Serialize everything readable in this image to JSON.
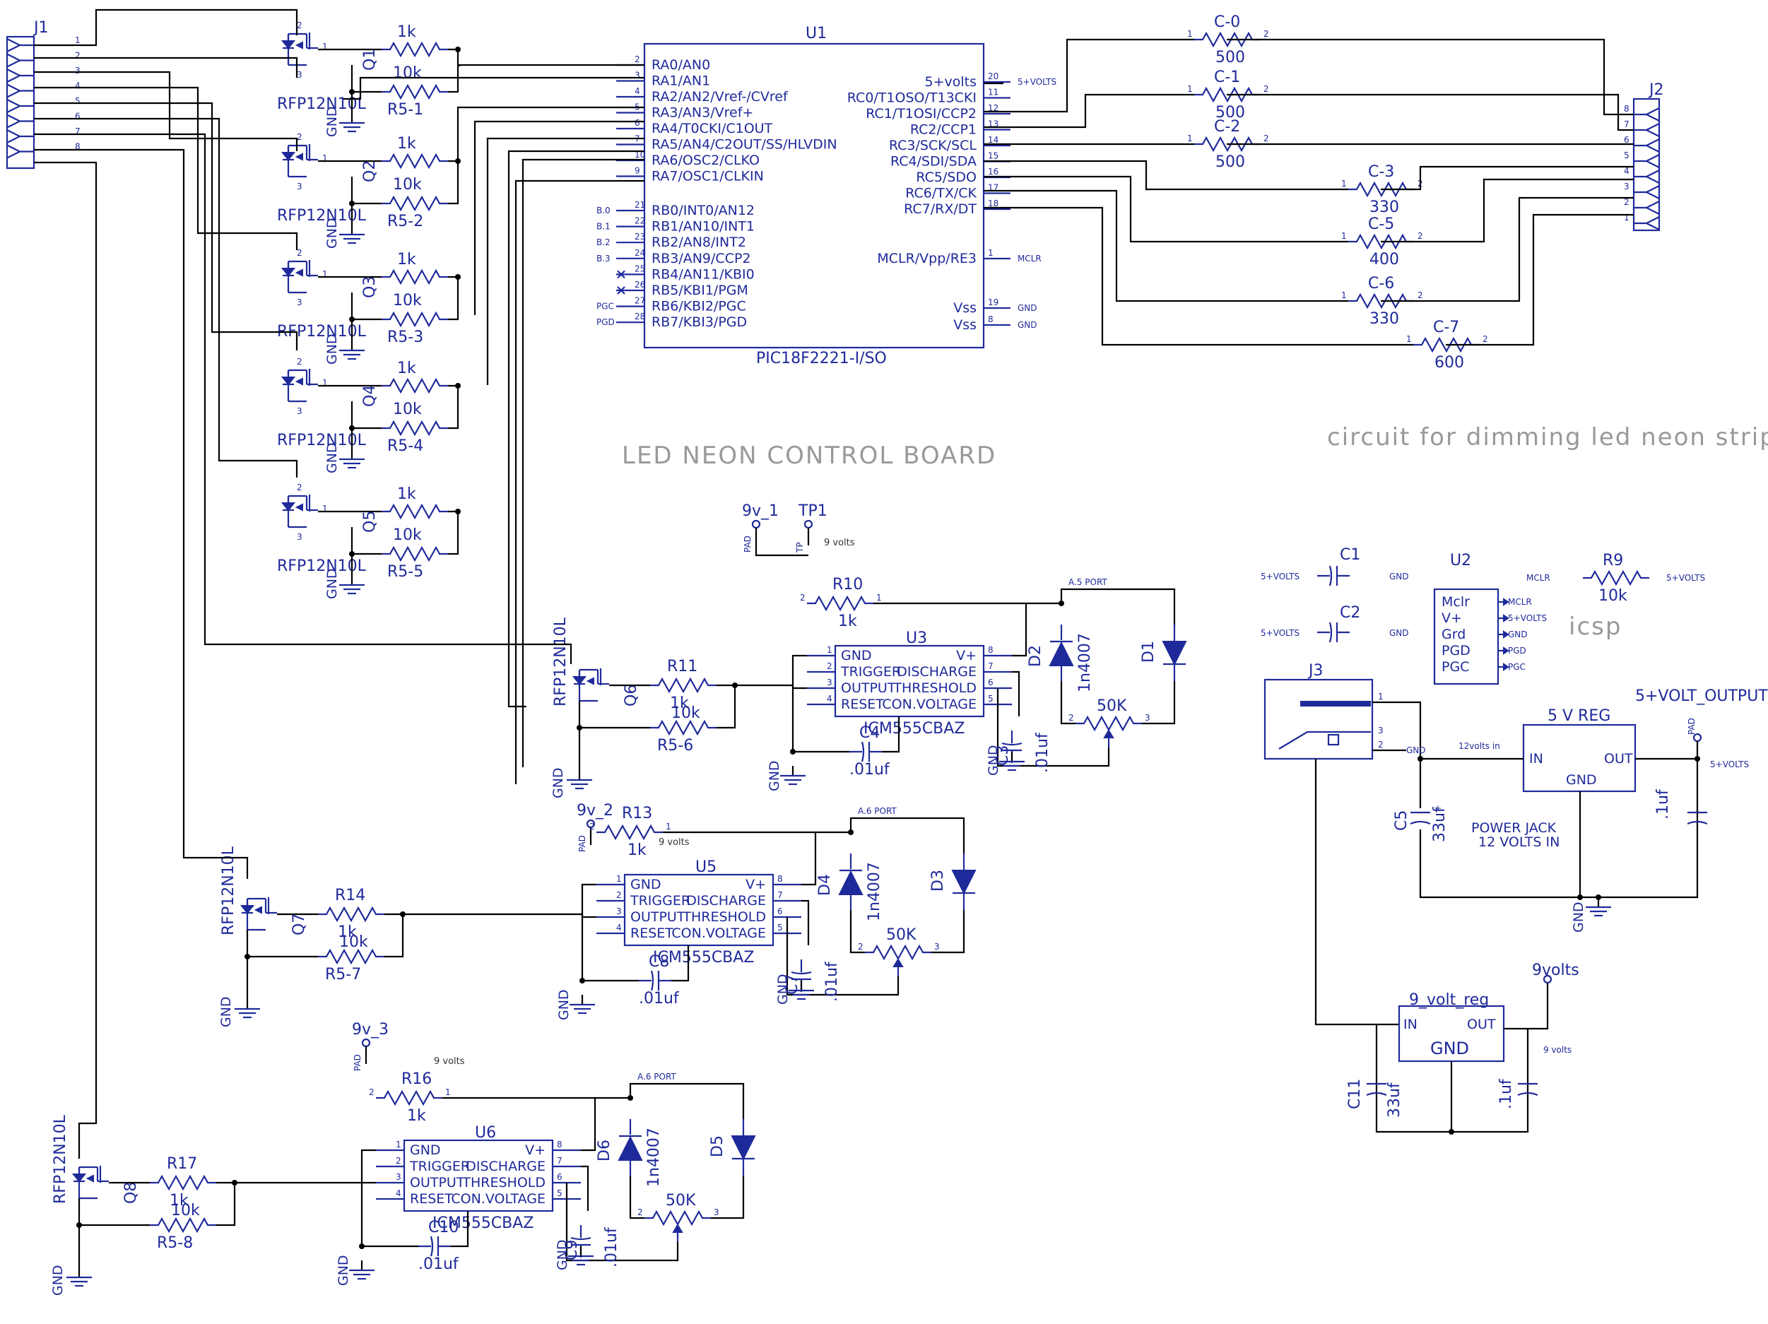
{
  "title": "LED NEON CONTROL BOARD",
  "subtitle": "circuit for dimming led neon strips",
  "icsp_label": "icsp",
  "colors": {
    "symbol": "#1f2a9a",
    "wire": "#000000",
    "note": "#999999"
  },
  "connectors": {
    "j1": {
      "ref": "J1",
      "pins": [
        "1",
        "2",
        "3",
        "4",
        "5",
        "6",
        "7",
        "8"
      ]
    },
    "j2": {
      "ref": "J2",
      "pins": [
        "8",
        "7",
        "6",
        "5",
        "4",
        "3",
        "2",
        "1"
      ]
    },
    "j3": {
      "ref": "J3",
      "pins": [
        "1",
        "2",
        "3"
      ]
    }
  },
  "mcu": {
    "ref": "U1",
    "part": "PIC18F2221-I/SO",
    "left_pins": [
      {
        "num": "2",
        "name": "RA0/AN0"
      },
      {
        "num": "3",
        "name": "RA1/AN1"
      },
      {
        "num": "4",
        "name": "RA2/AN2/Vref-/CVref"
      },
      {
        "num": "5",
        "name": "RA3/AN3/Vref+"
      },
      {
        "num": "6",
        "name": "RA4/T0CKI/C1OUT"
      },
      {
        "num": "7",
        "name": "RA5/AN4/C2OUT/SS/HLVDIN"
      },
      {
        "num": "10",
        "name": "RA6/OSC2/CLKO"
      },
      {
        "num": "9",
        "name": "RA7/OSC1/CLKIN"
      },
      {
        "num": "21",
        "name": "RB0/INT0/AN12",
        "net": "B.0"
      },
      {
        "num": "22",
        "name": "RB1/AN10/INT1",
        "net": "B.1"
      },
      {
        "num": "23",
        "name": "RB2/AN8/INT2",
        "net": "B.2"
      },
      {
        "num": "24",
        "name": "RB3/AN9/CCP2",
        "net": "B.3"
      },
      {
        "num": "25",
        "name": "RB4/AN11/KBI0",
        "net": ""
      },
      {
        "num": "26",
        "name": "RB5/KBI1/PGM",
        "net": ""
      },
      {
        "num": "27",
        "name": "RB6/KBI2/PGC",
        "net": "PGC"
      },
      {
        "num": "28",
        "name": "RB7/KBI3/PGD",
        "net": "PGD"
      }
    ],
    "right_pins": [
      {
        "num": "20",
        "name": "5+volts",
        "net": "5+VOLTS"
      },
      {
        "num": "11",
        "name": "RC0/T1OSO/T13CKI"
      },
      {
        "num": "12",
        "name": "RC1/T1OSI/CCP2"
      },
      {
        "num": "13",
        "name": "RC2/CCP1"
      },
      {
        "num": "14",
        "name": "RC3/SCK/SCL"
      },
      {
        "num": "15",
        "name": "RC4/SDI/SDA"
      },
      {
        "num": "16",
        "name": "RC5/SDO"
      },
      {
        "num": "17",
        "name": "RC6/TX/CK"
      },
      {
        "num": "18",
        "name": "RC7/RX/DT"
      },
      {
        "num": "1",
        "name": "MCLR/Vpp/RE3",
        "net": "MCLR"
      },
      {
        "num": "19",
        "name": "Vss",
        "net": "GND"
      },
      {
        "num": "8",
        "name": "Vss",
        "net": "GND"
      }
    ]
  },
  "channel_caps": [
    {
      "ref": "C-0",
      "value": "500"
    },
    {
      "ref": "C-1",
      "value": "500"
    },
    {
      "ref": "C-2",
      "value": "500"
    },
    {
      "ref": "C-3",
      "value": "330"
    },
    {
      "ref": "C-5",
      "value": "400"
    },
    {
      "ref": "C-6",
      "value": "330"
    },
    {
      "ref": "C-7",
      "value": "600"
    }
  ],
  "mosfets": [
    {
      "q": "Q1",
      "part": "RFP12N10L",
      "r1": "1k",
      "r2": "10k",
      "r2ref": "R5-1"
    },
    {
      "q": "Q2",
      "part": "RFP12N10L",
      "r1": "1k",
      "r2": "10k",
      "r2ref": "R5-2"
    },
    {
      "q": "Q3",
      "part": "RFP12N10L",
      "r1": "1k",
      "r2": "10k",
      "r2ref": "R5-3"
    },
    {
      "q": "Q4",
      "part": "RFP12N10L",
      "r1": "1k",
      "r2": "10k",
      "r2ref": "R5-4"
    },
    {
      "q": "Q5",
      "part": "RFP12N10L",
      "r1": "1k",
      "r2": "10k",
      "r2ref": "R5-5"
    }
  ],
  "gnd": "GND",
  "timers": [
    {
      "ref": "U3",
      "part": "ICM555CBAZ",
      "pad": "9v_1",
      "tp": "TP1",
      "rin": "R10",
      "rin_val": "1k",
      "port": "A.5 PORT",
      "dA": "D2",
      "dA_part": "1n4007",
      "dB": "D1",
      "pot": "50K",
      "cT": "C3",
      "cT_val": ".01uf",
      "cC": "C4",
      "cC_val": ".01uf",
      "q": "Q6",
      "qpart": "RFP12N10L",
      "rg": "R11",
      "rg_val": "1k",
      "rp": "R5-6",
      "rp_val": "10k",
      "supply": "9 volts",
      "padlbl": "PAD",
      "tplbl": "TP"
    },
    {
      "ref": "U5",
      "part": "ICM555CBAZ",
      "pad": "9v_2",
      "rin": "R13",
      "rin_val": "1k",
      "port": "A.6 PORT",
      "dA": "D4",
      "dA_part": "1n4007",
      "dB": "D3",
      "pot": "50K",
      "cT": "C7",
      "cT_val": ".01uf",
      "cC": "C8",
      "cC_val": ".01uf",
      "q": "Q7",
      "qpart": "RFP12N10L",
      "rg": "R14",
      "rg_val": "1k",
      "rp": "R5-7",
      "rp_val": "10k",
      "supply": "9 volts",
      "padlbl": "PAD"
    },
    {
      "ref": "U6",
      "part": "ICM555CBAZ",
      "pad": "9v_3",
      "rin": "R16",
      "rin_val": "1k",
      "port": "A.6 PORT",
      "dA": "D6",
      "dA_part": "1n4007",
      "dB": "D5",
      "pot": "50K",
      "cT": "C9",
      "cT_val": ".01uf",
      "cC": "C10",
      "cC_val": ".01uf",
      "q": "Q8",
      "qpart": "RFP12N10L",
      "rg": "R17",
      "rg_val": "1k",
      "rp": "R5-8",
      "rp_val": "10k",
      "supply": "9 volts",
      "padlbl": "PAD"
    }
  ],
  "timer_pins": {
    "left": [
      {
        "num": "1",
        "name": "GND"
      },
      {
        "num": "2",
        "name": "TRIGGER"
      },
      {
        "num": "3",
        "name": "OUTPUT"
      },
      {
        "num": "4",
        "name": "RESET"
      }
    ],
    "right": [
      {
        "num": "8",
        "name": "V+"
      },
      {
        "num": "7",
        "name": "DISCHARGE"
      },
      {
        "num": "6",
        "name": "THRESHOLD"
      },
      {
        "num": "5",
        "name": "CON.VOLTAGE"
      }
    ]
  },
  "pin_nums": {
    "one": "1",
    "two": "2",
    "three": "3"
  },
  "power": {
    "c1": {
      "ref": "C1",
      "left": "5+VOLTS",
      "right": "GND"
    },
    "c2": {
      "ref": "C2",
      "left": "5+VOLTS",
      "right": "GND"
    },
    "u2": {
      "ref": "U2",
      "pins": [
        {
          "name": "Mclr",
          "net": "MCLR"
        },
        {
          "name": "V+",
          "net": "5+VOLTS"
        },
        {
          "name": "Grd",
          "net": "GND"
        },
        {
          "name": "PGD",
          "net": "PGD"
        },
        {
          "name": "PGC",
          "net": "PGC"
        }
      ]
    },
    "r9": {
      "ref": "R9",
      "value": "10k",
      "left": "MCLR",
      "right": "5+VOLTS"
    },
    "reg5": {
      "ref": "5 V REG",
      "in": "IN",
      "out": "OUT",
      "gnd": "GND",
      "output_label": "5+VOLT_OUTPUT",
      "net_out": "5+VOLTS",
      "net_in": "12volts in"
    },
    "c5": {
      "ref": "C5",
      "value": "33uf"
    },
    "c_out": {
      "value": ".1uf"
    },
    "jack_note": [
      "POWER JACK",
      "12 VOLTS IN"
    ],
    "reg9": {
      "ref": "9_volt_reg",
      "in": "IN",
      "out": "OUT",
      "gnd": "GND",
      "output_label": "9volts",
      "net": "9 volts",
      "pad": "PAD"
    },
    "c11": {
      "ref": "C11",
      "value": "33uf"
    },
    "c9v": {
      "value": ".1uf"
    }
  }
}
